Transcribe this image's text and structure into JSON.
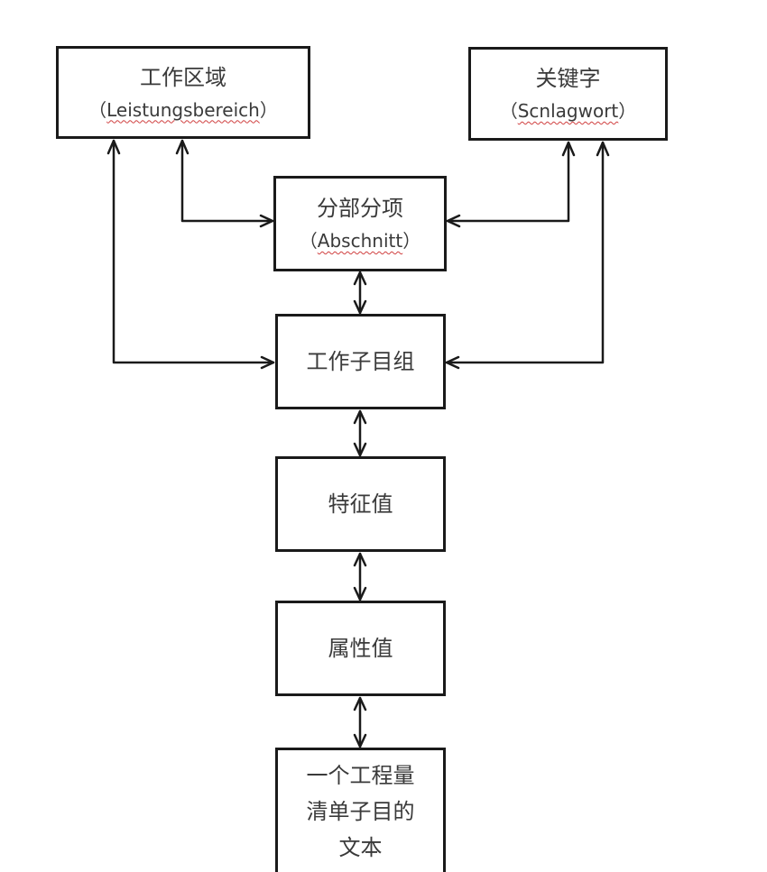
{
  "nodes": {
    "area": {
      "zh": "工作区域",
      "de_open": "（",
      "de_word": "Leistungsbereich",
      "de_close": "）"
    },
    "keyword": {
      "zh": "关键字",
      "de_open": "（",
      "de_word": "Scnlagwort",
      "de_close": "）"
    },
    "section": {
      "zh": "分部分项",
      "de_open": "（",
      "de_word": "Abschnitt",
      "de_close": "）"
    },
    "subgroup": {
      "zh": "工作子目组"
    },
    "feature": {
      "zh": "特征值"
    },
    "attribute": {
      "zh": "属性值"
    },
    "text": {
      "zh": "一个工程量\n清单子目的\n文本"
    }
  },
  "colors": {
    "line": "#1a1a1a",
    "text": "#3a3a3a",
    "spellcheck_underline": "#d04040"
  }
}
